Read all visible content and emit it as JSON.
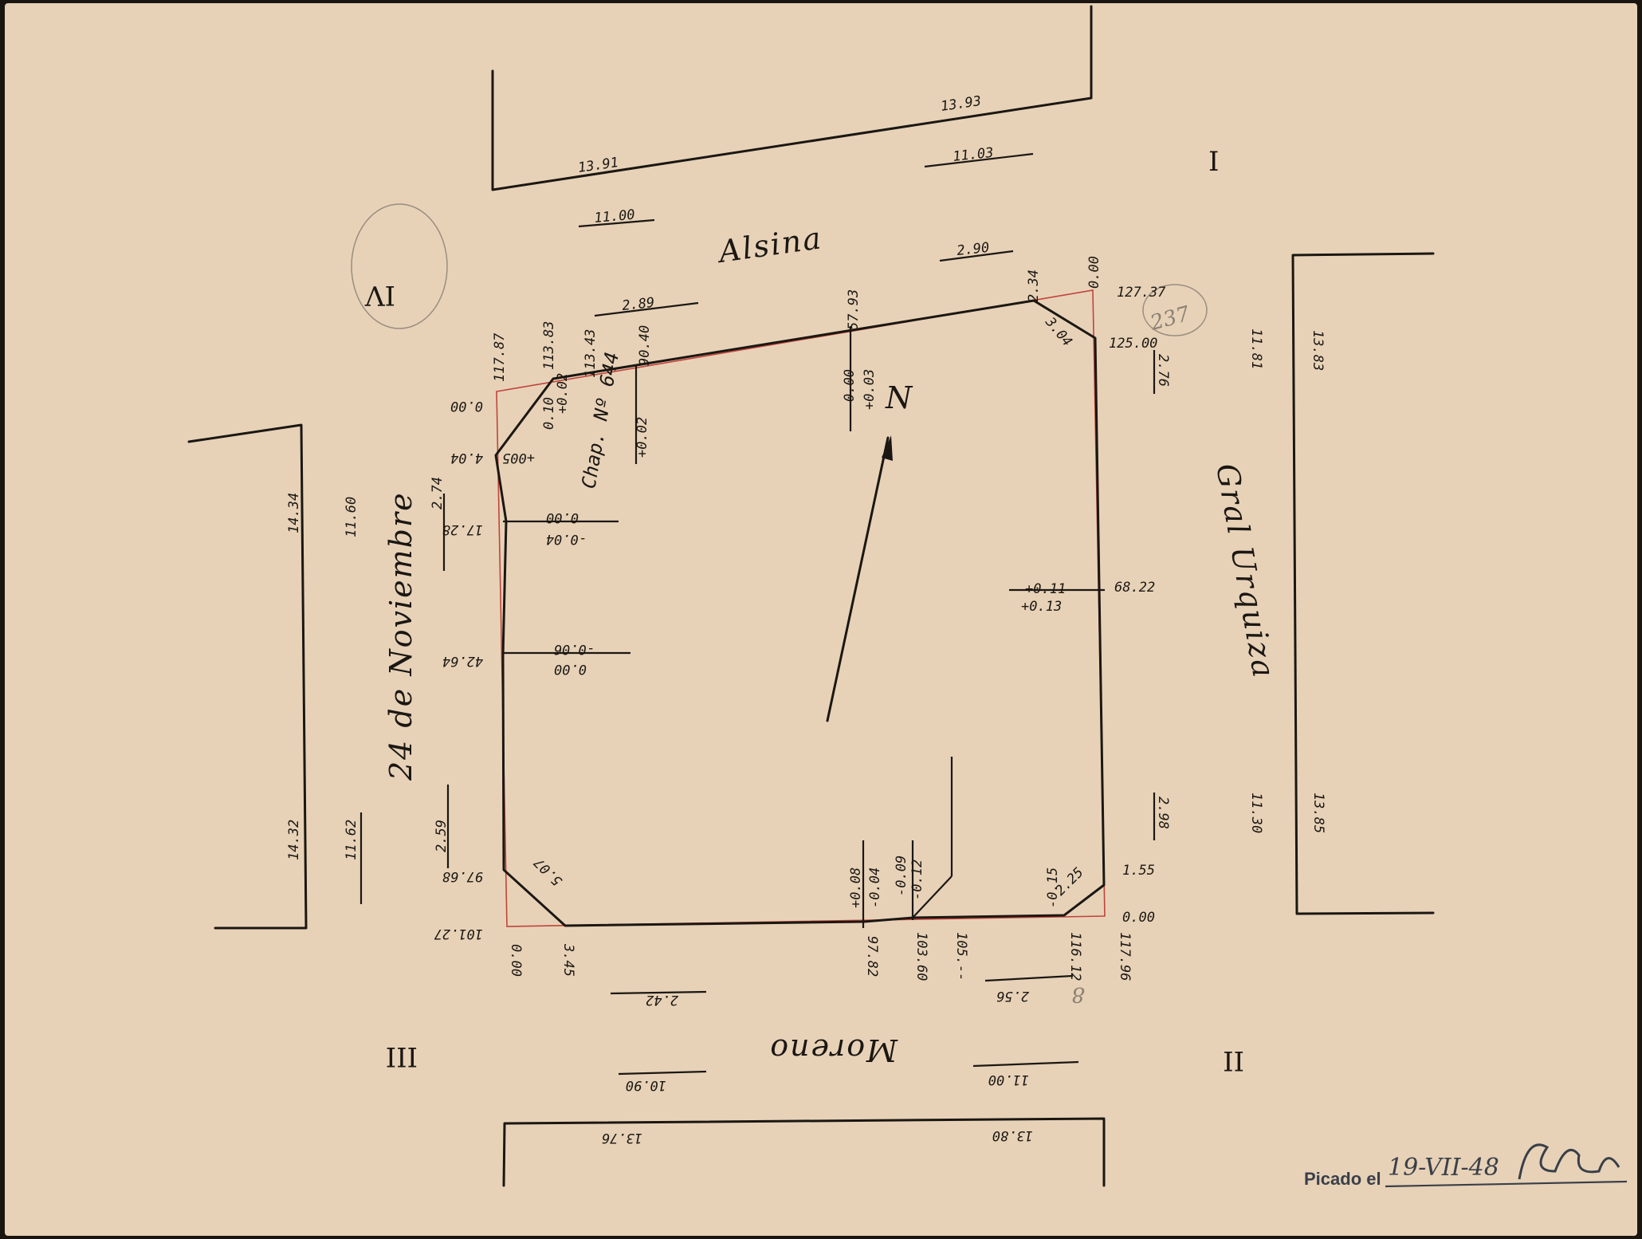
{
  "streets": {
    "north": "Alsina",
    "east": "Gral Urquiza",
    "south": "Moreno",
    "west": "24 de Noviembre"
  },
  "blocks": [
    "I",
    "II",
    "III",
    "IV"
  ],
  "north_arrow": "N",
  "plate_label": "Chap. Nº 644",
  "pencil_number": "237",
  "pencil_number_2": "8",
  "picado": {
    "label": "Picado el",
    "date": "19-VII-48"
  },
  "numbers": {
    "n1": "13.93",
    "n2": "13.91",
    "n3": "11.03",
    "n4": "11.00",
    "n5": "2.90",
    "n6": "2.89",
    "n7": "2.34",
    "n8": "0.00",
    "n9": "127.37",
    "n10": "3.04",
    "n11": "125.00",
    "n12": "2.76",
    "n13": "11.81",
    "n14": "13.83",
    "n15": "57.93",
    "n16": "0.00",
    "n17": "+0.03",
    "n18": "90.40",
    "n19": "+0.02",
    "n20": "113.43",
    "n21": "113.83",
    "n22": "0.10",
    "n23": "+0.02",
    "n24": "117.87",
    "n25": "0.00",
    "n26": "4.04",
    "n27": "+005",
    "n28": "17.28",
    "n29": "0.00",
    "n30": "-0.04",
    "n31": "2.74",
    "n32": "42.64",
    "n33": "-0.06",
    "n34": "0.00",
    "n35": "14.34",
    "n36": "11.60",
    "n37": "14.32",
    "n38": "11.62",
    "n39": "2.59",
    "n40": "97.68",
    "n41": "5.07",
    "n42": "101.27",
    "n43": "0.00",
    "n44": "3.45",
    "n45": "2.42",
    "n46": "97.82",
    "n47": "+0.08",
    "n48": "-0.04",
    "n49": "-0.09",
    "n50": "-0.12",
    "n51": "103.60",
    "n52": "105.--",
    "n53": "-0.15",
    "n54": "2.25",
    "n55": "1.55",
    "n56": "0.00",
    "n57": "116.12",
    "n58": "117.96",
    "n59": "2.56",
    "n60": "+0.11",
    "n61": "+0.13",
    "n62": "68.22",
    "n63": "2.98",
    "n64": "11.30",
    "n65": "13.85",
    "n66": "10.90",
    "n67": "11.00",
    "n68": "13.76",
    "n69": "13.80"
  }
}
